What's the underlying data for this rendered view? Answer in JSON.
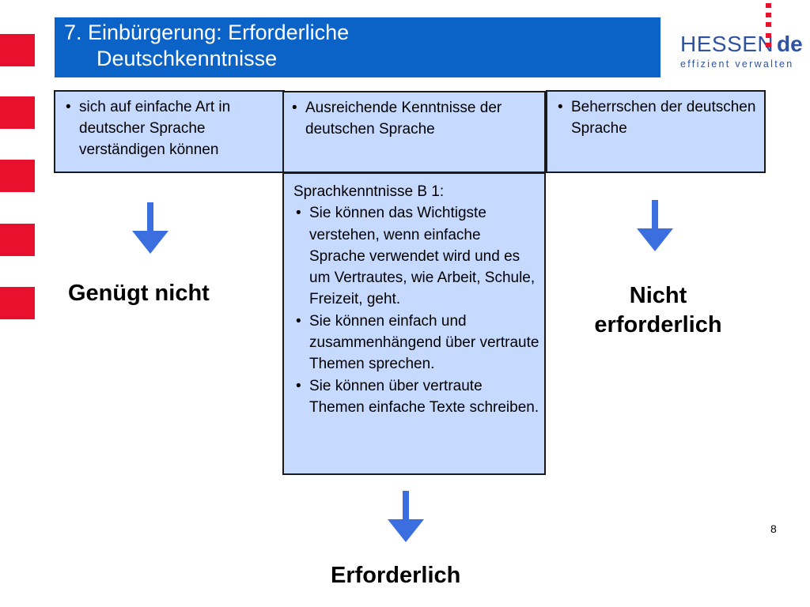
{
  "slide": {
    "title_line1": "7. Einbürgerung: Erforderliche",
    "title_line2": "Deutschkenntnisse",
    "page_number": "8"
  },
  "logo": {
    "word": "HESSEN",
    "suffix": "de",
    "tagline": "effizient verwalten"
  },
  "columns": {
    "left": {
      "bullets": [
        "sich auf einfache Art in deutscher Sprache verständigen können"
      ],
      "result": "Genügt nicht"
    },
    "middle": {
      "bullets": [
        "Ausreichende Kenntnisse der deutschen Sprache"
      ],
      "result": "Erforderlich"
    },
    "right": {
      "bullets": [
        "Beherrschen der deutschen Sprache"
      ],
      "result_line1": "Nicht",
      "result_line2": "erforderlich"
    }
  },
  "details": {
    "heading": "Sprachkenntnisse B 1:",
    "bullets": [
      "Sie können das Wichtigste verstehen, wenn einfache Sprache verwendet wird und es um Vertrautes, wie Arbeit, Schule, Freizeit, geht.",
      "Sie können einfach und zusammenhängend über vertraute Themen sprechen.",
      "Sie können über vertraute Themen einfache Texte schreiben."
    ]
  },
  "colors": {
    "title_bar": "#0b63c8",
    "box_fill": "#c6d9ff",
    "arrow": "#3b6fe0",
    "stripe": "#e8112d",
    "logo": "#2f52a1"
  }
}
